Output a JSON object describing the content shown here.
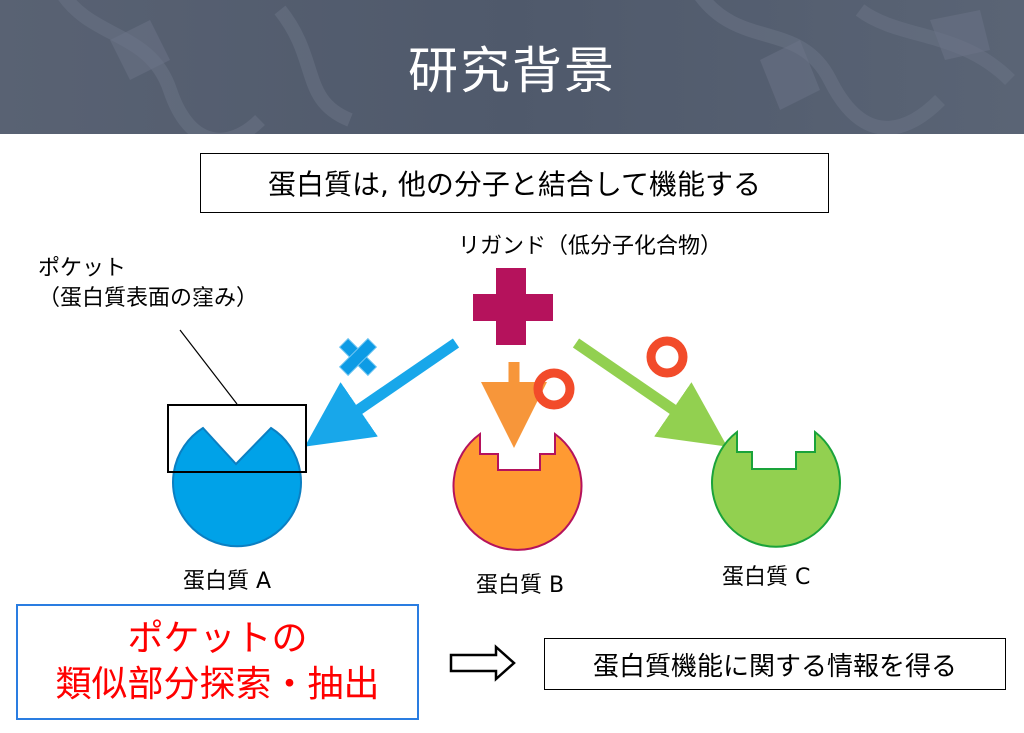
{
  "header": {
    "title": "研究背景"
  },
  "statement": "蛋白質は, 他の分子と結合して機能する",
  "pocket": {
    "line1": "ポケット",
    "line2": "（蛋白質表面の窪み）"
  },
  "ligand": {
    "label": "リガンド（低分子化合物）"
  },
  "proteins": [
    {
      "label": "蛋白質 A",
      "binds": false,
      "color": "#00a2e8"
    },
    {
      "label": "蛋白質 B",
      "binds": true,
      "color": "#ff9a32"
    },
    {
      "label": "蛋白質 C",
      "binds": true,
      "color": "#92d050"
    }
  ],
  "goal": {
    "line1": "ポケットの",
    "line2": "類似部分探索・抽出"
  },
  "result": "蛋白質機能に関する情報を得る",
  "colors": {
    "header_bg": "#535d6e",
    "ligand": "#b5125c",
    "arrow_a": "#18a7ea",
    "arrow_b": "#f7963a",
    "arrow_c": "#92d050",
    "mark_no": "#0d9be5",
    "mark_yes": "#f24b2a",
    "goal_text": "#ff0000",
    "goal_border": "#2a7de1"
  }
}
